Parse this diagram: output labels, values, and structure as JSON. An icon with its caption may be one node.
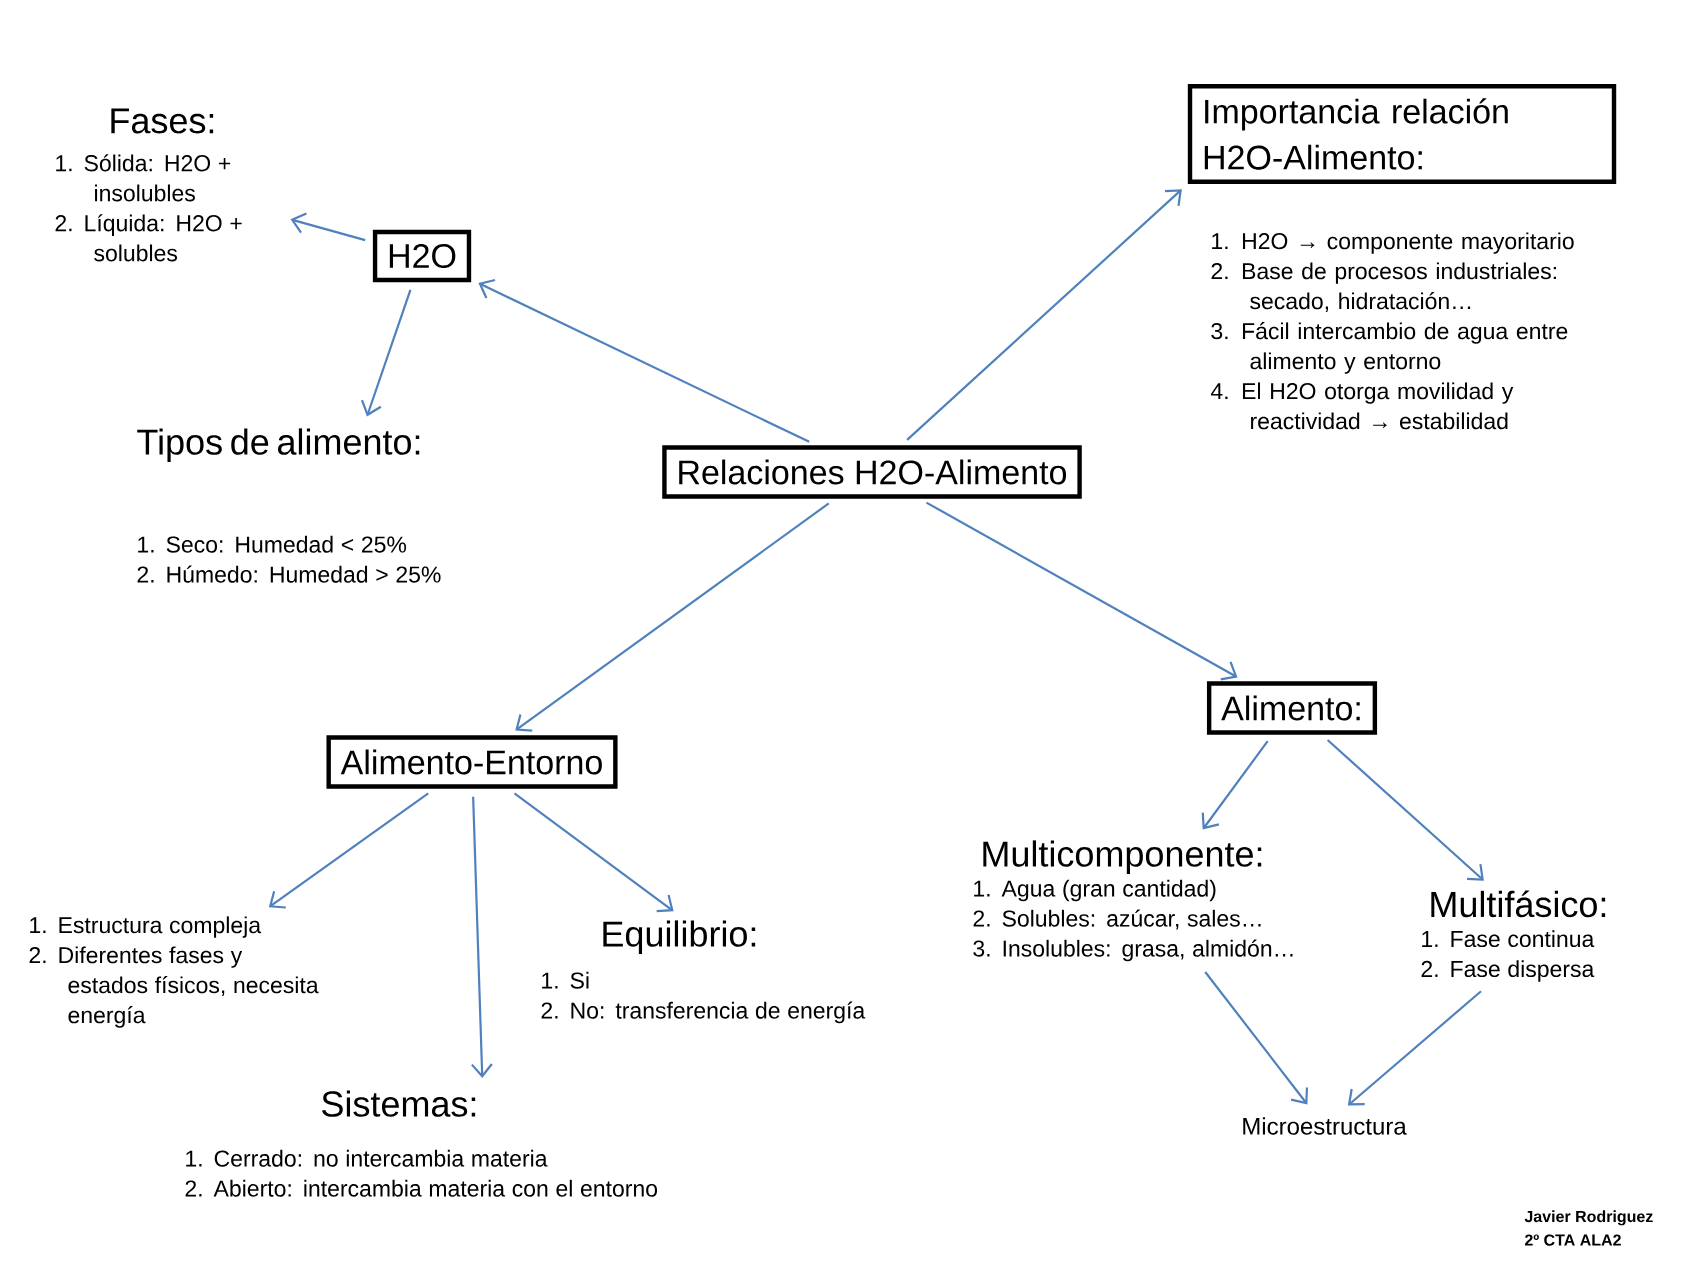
{
  "diagram": {
    "nodes": [
      {
        "text": [
          "Relaciones H2O-Alimento"
        ]
      },
      {
        "text": [
          "H2O"
        ]
      },
      {
        "text": [
          "Fases:",
          "1. Sólida: H2O + insolubles",
          "2. Líquida: H2O + solubles"
        ]
      },
      {
        "text": [
          "Tipos de alimento:",
          "1. Seco: Humedad < 25%",
          "2. Húmedo: Humedad > 25%"
        ]
      },
      {
        "text": [
          "Importancia relación H2O-Alimento:"
        ],
        "beside": [
          "1. H2O → componente mayoritario",
          "2. Base de procesos industriales: secado, hidratación…",
          "3. Fácil intercambio de agua entre alimento y entorno",
          "4. El H2O otorga movilidad y reactividad → estabilidad"
        ]
      },
      {
        "text": [
          "Alimento-Entorno"
        ]
      },
      {
        "text": [
          "1. Estructura compleja",
          "2. Diferentes fases y estados físicos, necesita energía"
        ]
      },
      {
        "text": [
          "Sistemas:",
          "1. Cerrado: no intercambia materia",
          "2. Abierto: intercambia materia con el entorno"
        ]
      },
      {
        "text": [
          "Equilibrio:",
          "1. Si",
          "2. No: transferencia de energía"
        ]
      },
      {
        "text": [
          "Alimento:"
        ]
      },
      {
        "text": [
          "Multicomponente:",
          "1. Agua (gran cantidad)",
          "2. Solubles: azúcar, sales…",
          "3. Insolubles: grasa, almidón…"
        ]
      },
      {
        "text": [
          "Multifásico:",
          "1. Fase continua",
          "2. Fase dispersa"
        ]
      },
      {
        "text": [
          "Microestructura"
        ]
      }
    ],
    "edges": [
      {
        "from": 0,
        "to": 1,
        "arrow": "to"
      },
      {
        "from": 1,
        "to": 2,
        "arrow": "to"
      },
      {
        "from": 1,
        "to": 3,
        "arrow": "to"
      },
      {
        "from": 0,
        "to": 4,
        "arrow": "to"
      },
      {
        "from": 0,
        "to": 5,
        "arrow": "to"
      },
      {
        "from": 0,
        "to": 9,
        "arrow": "to"
      },
      {
        "from": 5,
        "to": 6,
        "arrow": "to"
      },
      {
        "from": 5,
        "to": 7,
        "arrow": "to"
      },
      {
        "from": 5,
        "to": 8,
        "arrow": "to"
      },
      {
        "from": 9,
        "to": 10,
        "arrow": "to"
      },
      {
        "from": 9,
        "to": 11,
        "arrow": "to"
      },
      {
        "from": 10,
        "to": 12,
        "arrow": "to"
      },
      {
        "from": 11,
        "to": 12,
        "arrow": "to"
      }
    ],
    "labels": [
      "Javier Rodriguez",
      "2º CTA ALA2"
    ]
  }
}
